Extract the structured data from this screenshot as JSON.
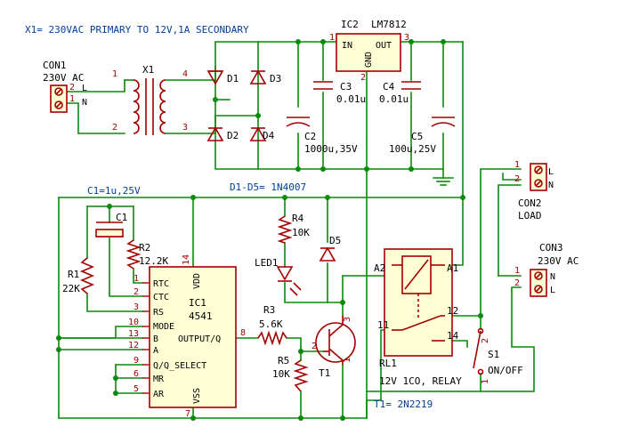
{
  "header": {
    "transformer_note": "X1= 230VAC PRIMARY TO 12V,1A SECONDARY",
    "diode_note": "D1-D5= 1N4007",
    "cap_note": "C1=1u,25V",
    "transistor_note": "T1= 2N2219"
  },
  "con1": {
    "ref": "CON1",
    "value": "230V AC",
    "pin2": "2",
    "pin1": "1",
    "L": "L",
    "N": "N"
  },
  "x1": {
    "ref": "X1",
    "p1": "1",
    "p2": "2",
    "p3": "3",
    "p4": "4"
  },
  "diodes": {
    "d1": "D1",
    "d2": "D2",
    "d3": "D3",
    "d4": "D4",
    "d5": "D5"
  },
  "ic2": {
    "ref": "IC2",
    "name": "LM7812",
    "in": "IN",
    "out": "OUT",
    "gnd": "GND",
    "p1": "1",
    "p2": "2",
    "p3": "3"
  },
  "caps": {
    "c2": "C2",
    "c2v": "1000u,35V",
    "c3": "C3",
    "c3v": "0.01u",
    "c4": "C4",
    "c4v": "0.01u",
    "c5": "C5",
    "c5v": "100u,25V",
    "c1": "C1"
  },
  "con2": {
    "ref": "CON2",
    "value": "LOAD",
    "p1": "1",
    "p2": "2",
    "L": "L",
    "N": "N"
  },
  "con3": {
    "ref": "CON3",
    "value": "230V AC",
    "p1": "1",
    "p2": "2",
    "N": "N",
    "L": "L"
  },
  "resistors": {
    "r1": "R1",
    "r1v": "22K",
    "r2": "R2",
    "r2v": "12.2K",
    "r3": "R3",
    "r3v": "5.6K",
    "r4": "R4",
    "r4v": "10K",
    "r5": "R5",
    "r5v": "10K"
  },
  "led": {
    "ref": "LED1"
  },
  "ic1": {
    "ref": "IC1",
    "name": "4541",
    "rtc": "RTC",
    "ctc": "CTC",
    "rs": "RS",
    "mode": "MODE",
    "b": "B",
    "a": "A",
    "qsel": "Q/Q_SELECT",
    "mr": "MR",
    "ar": "AR",
    "out": "OUTPUT/Q",
    "vdd": "VDD",
    "vss": "VSS",
    "p1": "1",
    "p2": "2",
    "p3": "3",
    "p10": "10",
    "p13": "13",
    "p12": "12",
    "p9": "9",
    "p6": "6",
    "p5": "5",
    "p8": "8",
    "p14": "14",
    "p7": "7"
  },
  "t1": {
    "ref": "T1",
    "p1": "1",
    "p2": "2",
    "p3": "3"
  },
  "rl1": {
    "ref": "RL1",
    "value": "12V 1CO, RELAY",
    "a1": "A1",
    "a2": "A2",
    "p11": "11",
    "p12": "12",
    "p14": "14"
  },
  "s1": {
    "ref": "S1",
    "value": "ON/OFF",
    "p1": "1",
    "p2": "2"
  }
}
